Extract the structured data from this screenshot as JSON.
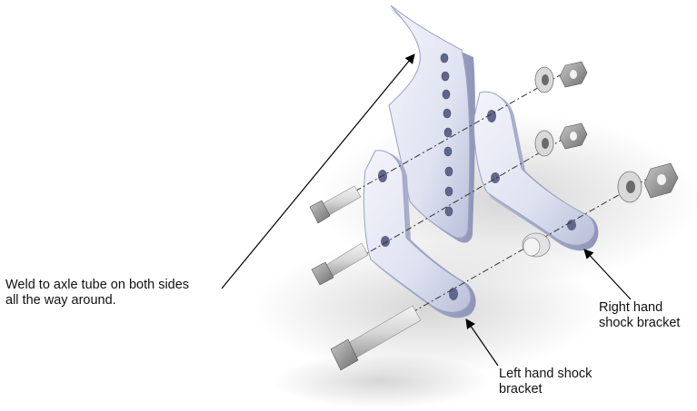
{
  "callouts": {
    "weld": {
      "line1": "Weld to axle tube on both sides",
      "line2": "all the way around."
    },
    "right_bracket": {
      "line1": "Right hand",
      "line2": "shock bracket"
    },
    "left_bracket": {
      "line1": "Left hand shock",
      "line2": "bracket"
    }
  },
  "colors": {
    "part_light": "#eceef8",
    "part_mid": "#d2d6ea",
    "part_dark": "#a7aecb",
    "edge": "#8c93b5",
    "bolt_light": "#eeeeee",
    "bolt_dark": "#9a9a9a",
    "leader_line": "#000000"
  }
}
